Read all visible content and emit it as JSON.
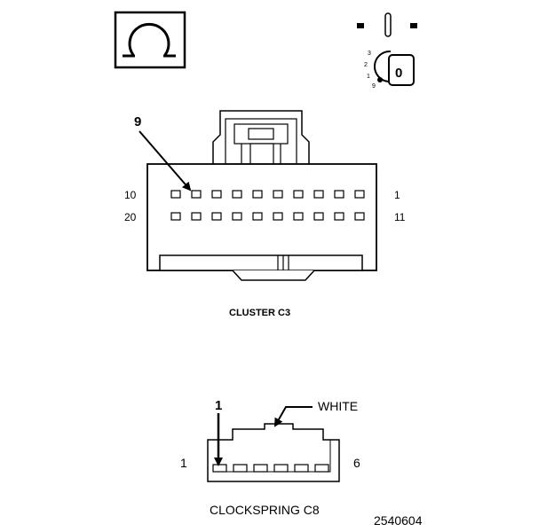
{
  "ohmmeter": {
    "symbol": "Ω"
  },
  "ignition_switch": {
    "positions": [
      "3",
      "2",
      "1",
      "9"
    ],
    "key_label": "0"
  },
  "cluster_connector": {
    "title": "CLUSTER C3",
    "callout_pin": "9",
    "row1_left_label": "10",
    "row1_right_label": "1",
    "row2_left_label": "20",
    "row2_right_label": "11",
    "pins_per_row": 10
  },
  "clockspring_connector": {
    "title": "CLOCKSPRING C8",
    "color_label": "WHITE",
    "callout_pin": "1",
    "left_label": "1",
    "right_label": "6",
    "pin_count": 6
  },
  "figure_number": "2540604"
}
